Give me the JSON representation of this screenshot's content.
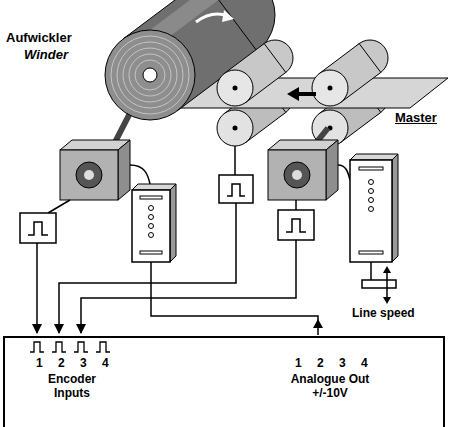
{
  "diagram": {
    "nodes": [
      {
        "text": [
          "1 2 3 4",
          "Encoder Inputs",
          "1 2 3 4",
          "Analogue Out +/-10V"
        ]
      }
    ],
    "labels": [
      "Aufwickler",
      "Winder",
      "Master",
      "Line speed"
    ]
  }
}
